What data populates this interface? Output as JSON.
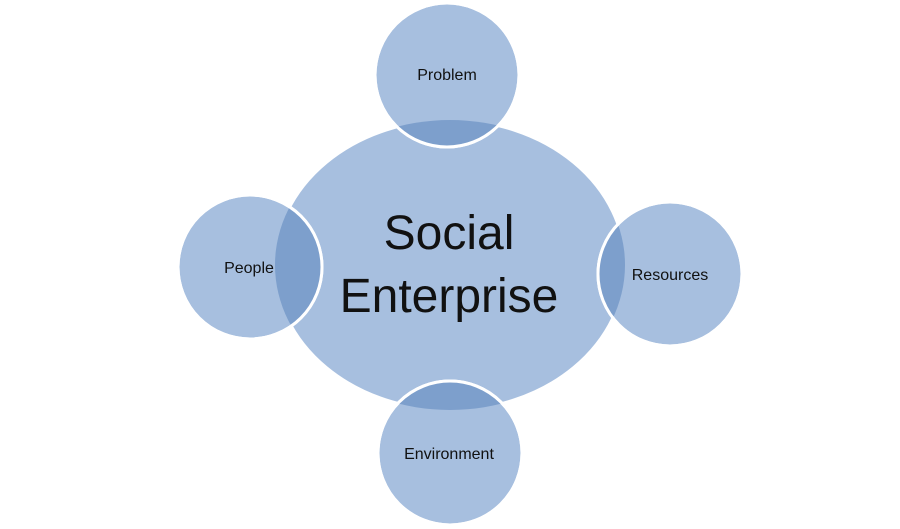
{
  "diagram": {
    "center": {
      "line1": "Social",
      "line2": "Enterprise"
    },
    "nodes": {
      "top": "Problem",
      "left": "People",
      "right": "Resources",
      "bottom": "Environment"
    },
    "colors": {
      "fill": "#a7bfdf",
      "overlap": "#7d9fcc",
      "outline": "#ffffff",
      "text": "#111111"
    }
  }
}
